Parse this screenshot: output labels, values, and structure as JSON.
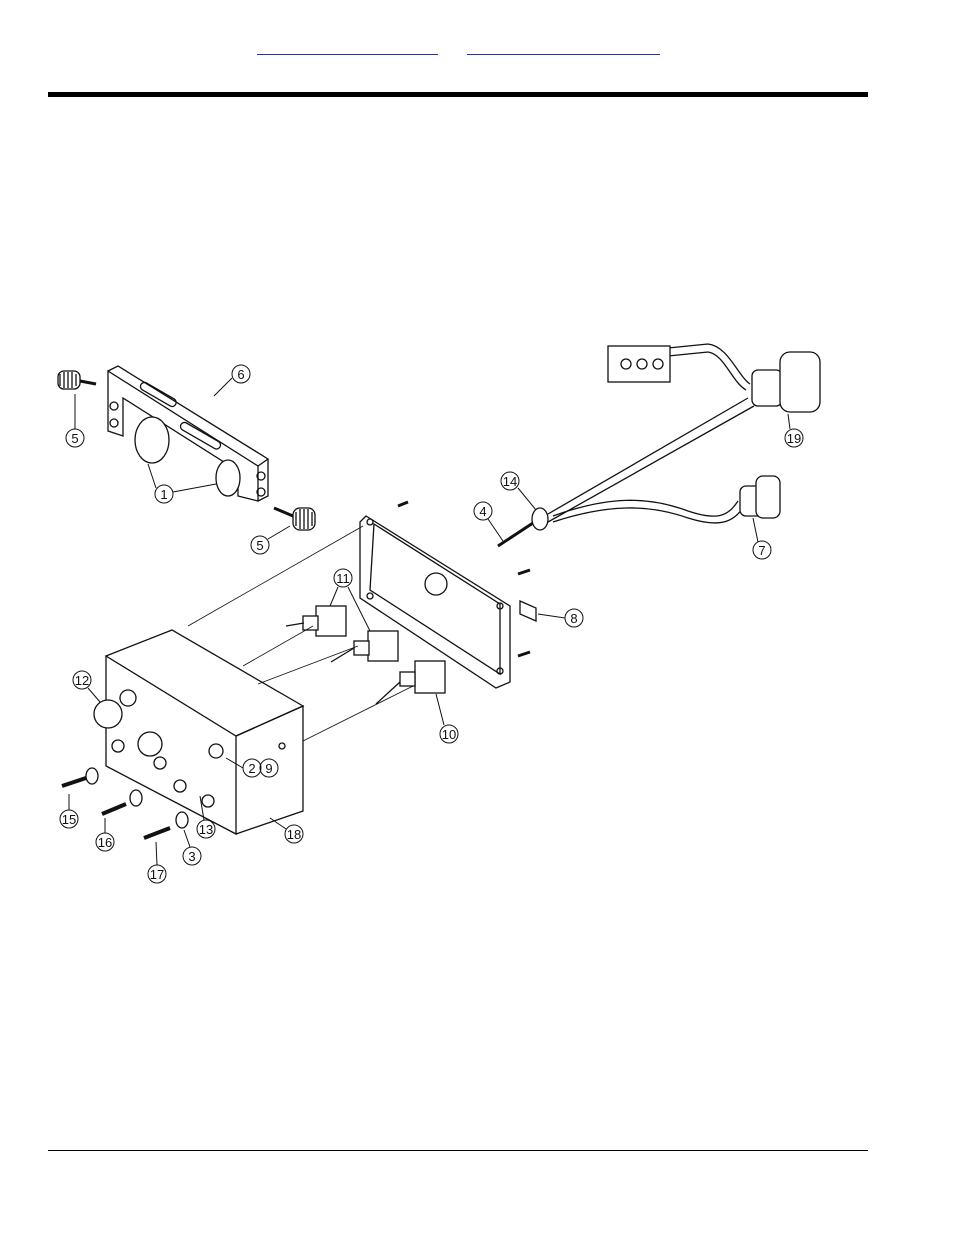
{
  "header": {
    "links": [
      {
        "label": ""
      },
      {
        "label": ""
      }
    ]
  },
  "diagram": {
    "callouts": [
      "1",
      "2",
      "3",
      "4",
      "5",
      "5",
      "6",
      "7",
      "8",
      "9",
      "10",
      "11",
      "12",
      "13",
      "14",
      "15",
      "16",
      "17",
      "18",
      "19"
    ]
  }
}
